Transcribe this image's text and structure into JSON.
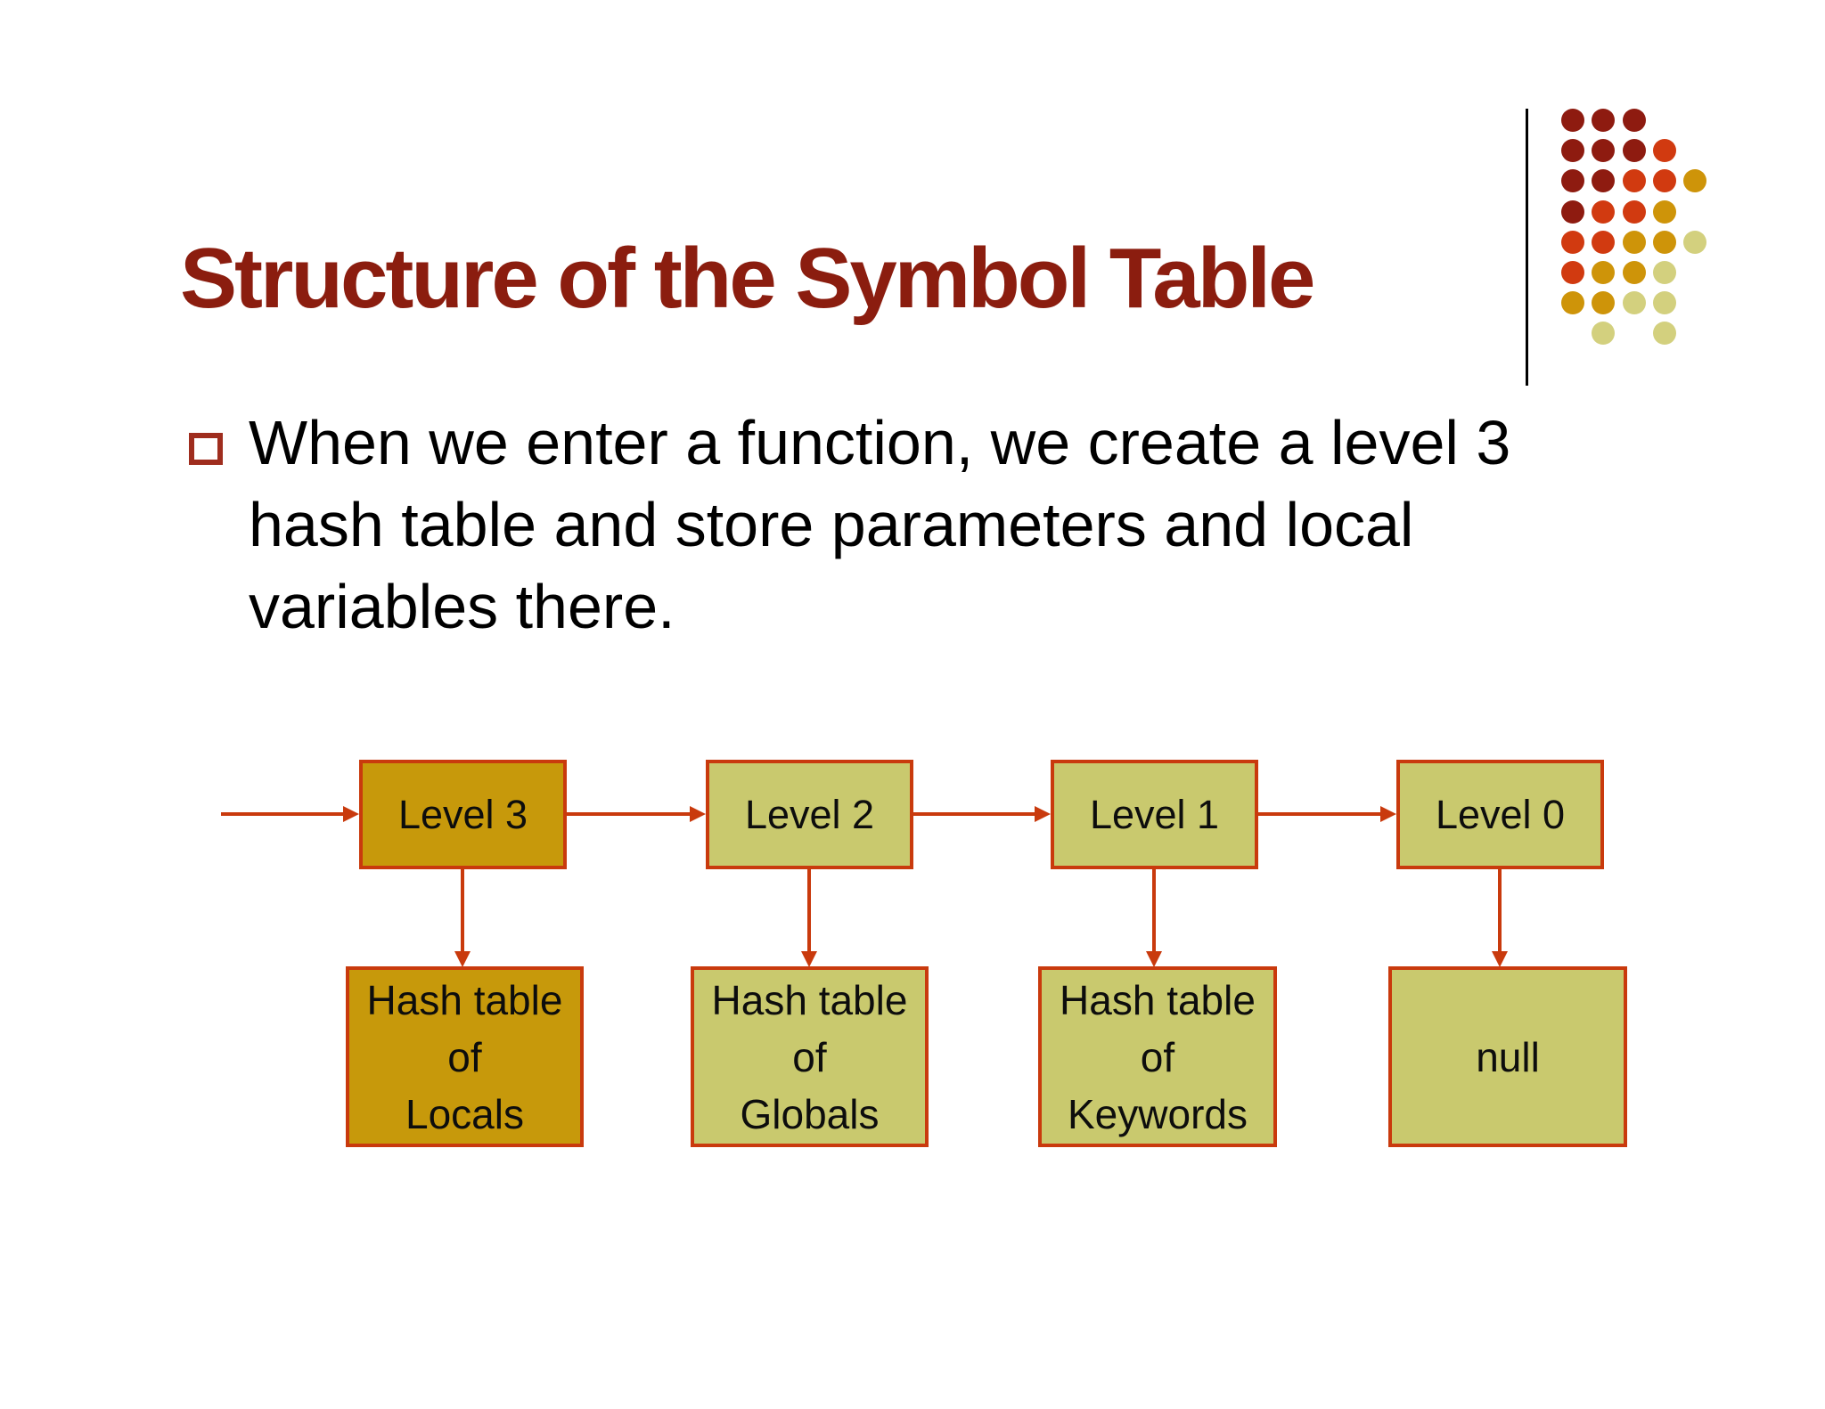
{
  "slide": {
    "title": "Structure of the Symbol Table",
    "bullet": {
      "lines": [
        "When we enter a function, we create a level 3",
        "hash table and store parameters and local",
        "variables there."
      ]
    },
    "colors": {
      "title": "#8B1D0F",
      "accent_border": "#C93A0D",
      "gold_fill": "#C7990B",
      "pale_fill": "#C9C96E"
    },
    "diagram": {
      "levels": [
        {
          "label": "Level 3",
          "variant": "gold"
        },
        {
          "label": "Level 2",
          "variant": "pale"
        },
        {
          "label": "Level 1",
          "variant": "pale"
        },
        {
          "label": "Level 0",
          "variant": "pale"
        }
      ],
      "hash_tables": [
        {
          "label": "Hash table\nof\nLocals",
          "variant": "gold"
        },
        {
          "label": "Hash table\nof\nGlobals",
          "variant": "pale"
        },
        {
          "label": "Hash table\nof\nKeywords",
          "variant": "pale"
        },
        {
          "label": "null",
          "variant": "pale"
        }
      ]
    },
    "decoration": {
      "dot_colors": {
        "dr": "#8E1B10",
        "or": "#D13A10",
        "g": "#CE9409",
        "p": "#D3D07E"
      },
      "dot_rows": [
        [
          "dr",
          "dr",
          "dr",
          "",
          ""
        ],
        [
          "dr",
          "dr",
          "dr",
          "or",
          ""
        ],
        [
          "dr",
          "dr",
          "or",
          "or",
          "g"
        ],
        [
          "dr",
          "or",
          "or",
          "g",
          ""
        ],
        [
          "or",
          "or",
          "g",
          "g",
          "p"
        ],
        [
          "or",
          "g",
          "g",
          "p",
          ""
        ],
        [
          "g",
          "g",
          "p",
          "p",
          ""
        ],
        [
          "",
          "p",
          "",
          "p",
          ""
        ]
      ]
    }
  }
}
